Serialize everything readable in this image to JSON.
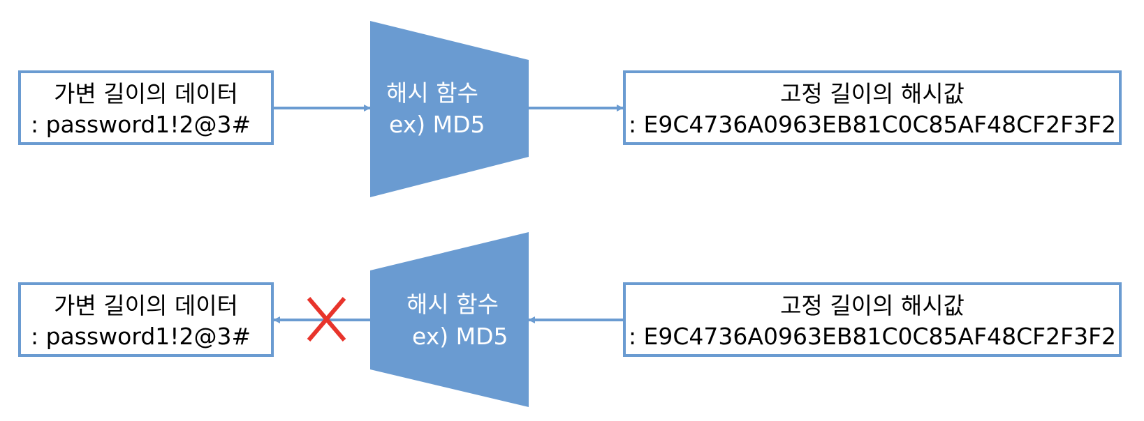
{
  "colors": {
    "box_border": "#6a9bd1",
    "function_fill": "#6a9bd1",
    "arrow": "#6a9bd1",
    "blocked_mark": "#e8342b",
    "text": "#000000",
    "function_text": "#ffffff"
  },
  "rows": [
    {
      "input": {
        "line1": "가변 길이의 데이터",
        "line2": ": password1!2@3#"
      },
      "function": {
        "line1": "해시 함수",
        "line2": "ex) MD5"
      },
      "output": {
        "line1": "고정 길이의 해시값",
        "line2": ": E9C4736A0963EB81C0C85AF48CF2F3F2"
      }
    },
    {
      "input": {
        "line1": "가변 길이의 데이터",
        "line2": ": password1!2@3#"
      },
      "function": {
        "line1": "해시 함수",
        "line2": "ex) MD5"
      },
      "output": {
        "line1": "고정 길이의 해시값",
        "line2": ": E9C4736A0963EB81C0C85AF48CF2F3F2"
      },
      "blocked_icon": "x-mark-icon"
    }
  ]
}
